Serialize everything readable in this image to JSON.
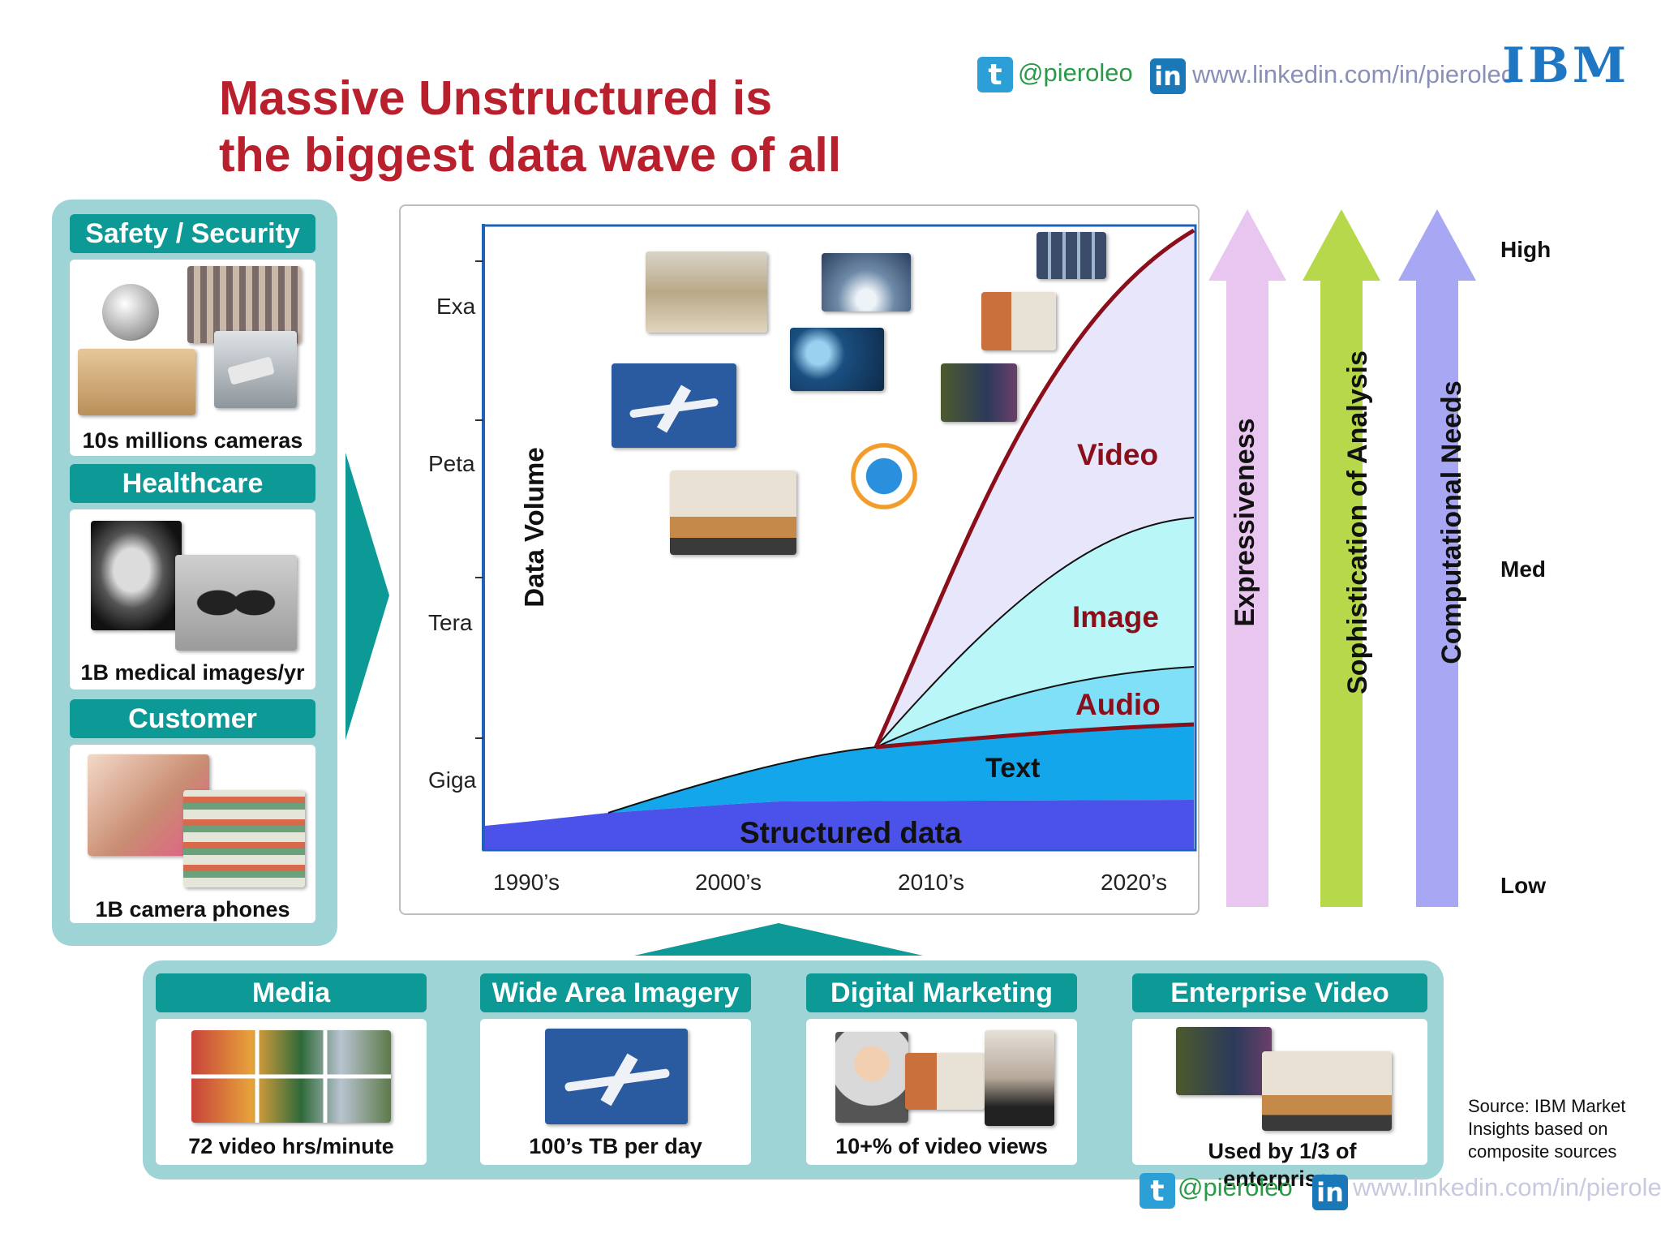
{
  "title": {
    "line1": "Massive Unstructured is",
    "line2": "the biggest data wave of all"
  },
  "header": {
    "twitter_handle": "@pieroleo",
    "linkedin_url": "www.linkedin.com/in/pieroleo",
    "logo_text": "IBM"
  },
  "left_panel": [
    {
      "heading": "Safety / Security",
      "caption": "10s millions cameras"
    },
    {
      "heading": "Healthcare",
      "caption": "1B medical images/yr"
    },
    {
      "heading": "Customer",
      "caption": "1B camera phones"
    }
  ],
  "bottom_panel": [
    {
      "heading": "Media",
      "caption": "72 video hrs/minute"
    },
    {
      "heading": "Wide Area Imagery",
      "caption": "100’s TB per day"
    },
    {
      "heading": "Digital Marketing",
      "caption": "10+% of video views"
    },
    {
      "heading": "Enterprise Video",
      "caption": "Used by 1/3 of enterprises"
    }
  ],
  "chart_data": {
    "type": "area",
    "ylabel": "Data Volume",
    "y_ticks": [
      "Exa",
      "Peta",
      "Tera",
      "Giga"
    ],
    "x_ticks": [
      "1990’s",
      "2000’s",
      "2010’s",
      "2020’s"
    ],
    "series": [
      {
        "name": "Structured data",
        "color": "#4a52ea"
      },
      {
        "name": "Text",
        "color": "#13a6ea"
      },
      {
        "name": "Audio",
        "color": "#7fe0f7"
      },
      {
        "name": "Image",
        "color": "#b8f6f8"
      },
      {
        "name": "Video",
        "color": "#e8e6fb"
      }
    ]
  },
  "arrows": [
    {
      "label": "Expressiveness",
      "color": "#e8c6f0"
    },
    {
      "label": "Sophistication of Analysis",
      "color": "#b6d84a"
    },
    {
      "label": "Computational Needs",
      "color": "#a7a7f3"
    }
  ],
  "scale_labels": {
    "high": "High",
    "med": "Med",
    "low": "Low"
  },
  "source": {
    "line1": "Source: IBM Market",
    "line2": "Insights based on",
    "line3": "composite sources"
  },
  "footer": {
    "twitter_handle": "@pieroleo",
    "linkedin_url": "www.linkedin.com/in/pieroleo"
  }
}
